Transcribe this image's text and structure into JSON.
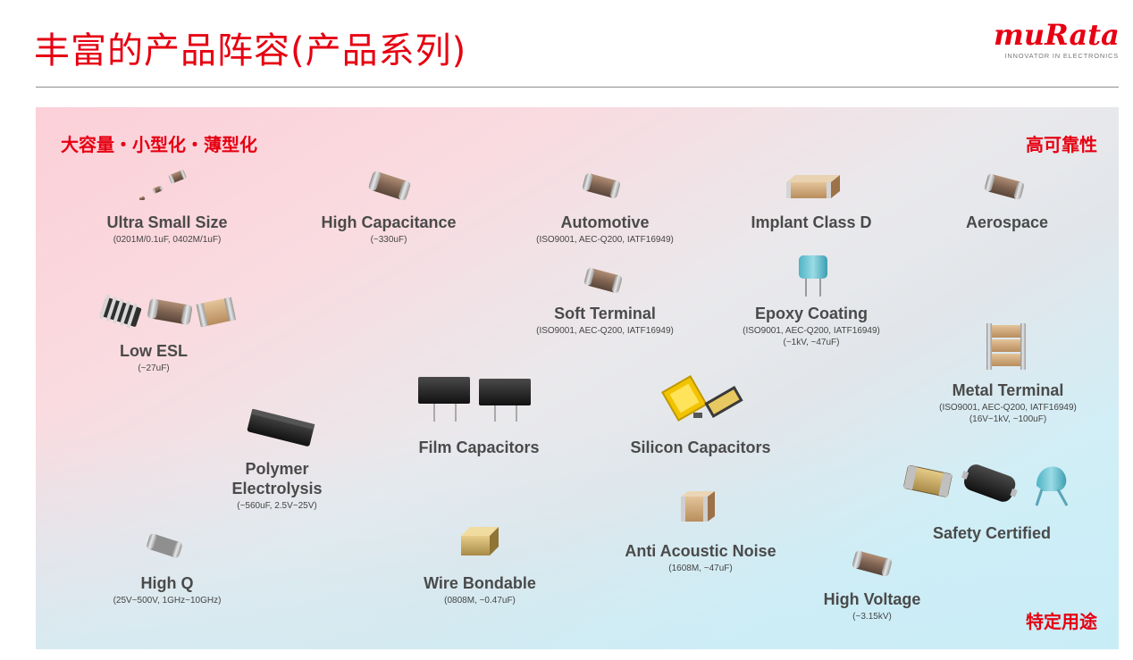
{
  "page": {
    "title": "丰富的产品阵容(产品系列)",
    "logo": {
      "wordmark": "muRata",
      "tagline": "INNOVATOR IN ELECTRONICS"
    },
    "accent_color": "#e60012"
  },
  "corners": {
    "top_left": "大容量・小型化・薄型化",
    "top_right": "高可靠性",
    "bottom_right": "特定用途"
  },
  "products": [
    {
      "name": "Ultra Small Size",
      "specs": [
        "(0201M/0.1uF, 0402M/1uF)"
      ],
      "icon": "tiny-chip-capacitors"
    },
    {
      "name": "High Capacitance",
      "specs": [
        "(~330uF)"
      ],
      "icon": "chip-capacitor"
    },
    {
      "name": "Automotive",
      "specs": [
        "(ISO9001, AEC-Q200, IATF16949)"
      ],
      "icon": "chip-capacitor"
    },
    {
      "name": "Implant Class D",
      "specs": [],
      "icon": "tan-chip-capacitor"
    },
    {
      "name": "Aerospace",
      "specs": [],
      "icon": "chip-capacitor"
    },
    {
      "name": "Soft Terminal",
      "specs": [
        "(ISO9001, AEC-Q200, IATF16949)"
      ],
      "icon": "chip-capacitor"
    },
    {
      "name": "Epoxy Coating",
      "specs": [
        "(ISO9001, AEC-Q200, IATF16949)",
        "(~1kV, ~47uF)"
      ],
      "icon": "blue-leaded-capacitor"
    },
    {
      "name": "Low ESL",
      "specs": [
        "(~27uF)"
      ],
      "icon": "low-esl-capacitors"
    },
    {
      "name": "Metal Terminal",
      "specs": [
        "(ISO9001, AEC-Q200, IATF16949)",
        "(16V~1kV, ~100uF)"
      ],
      "icon": "stacked-capacitor"
    },
    {
      "name": "Film Capacitors",
      "specs": [],
      "icon": "film-capacitors"
    },
    {
      "name": "Silicon Capacitors",
      "specs": [],
      "icon": "silicon-capacitors"
    },
    {
      "name": "Polymer",
      "name2": "Electrolysis",
      "specs": [
        "(~560uF, 2.5V~25V)"
      ],
      "icon": "polymer-capacitor"
    },
    {
      "name": "Safety Certified",
      "specs": [],
      "icon": "safety-capacitors"
    },
    {
      "name": "Anti Acoustic Noise",
      "specs": [
        "(1608M, ~47uF)"
      ],
      "icon": "tan-chip-capacitor"
    },
    {
      "name": "High Q",
      "specs": [
        "(25V~500V, 1GHz~10GHz)"
      ],
      "icon": "chip-capacitor"
    },
    {
      "name": "Wire Bondable",
      "specs": [
        "(0808M, ~0.47uF)"
      ],
      "icon": "gold-chip-capacitor"
    },
    {
      "name": "High Voltage",
      "specs": [
        "(~3.15kV)"
      ],
      "icon": "chip-capacitor"
    }
  ]
}
